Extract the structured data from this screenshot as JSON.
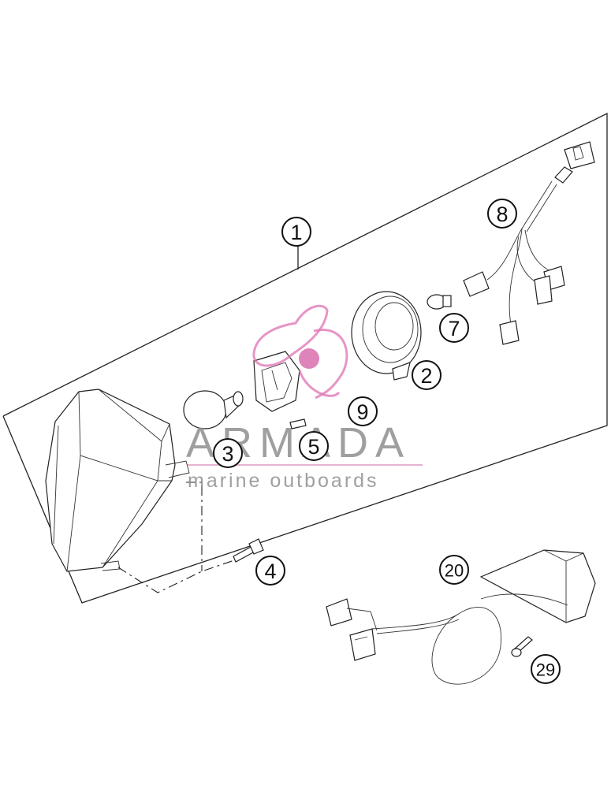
{
  "callouts": {
    "c1": "1",
    "c2": "2",
    "c3": "3",
    "c4": "4",
    "c5": "5",
    "c7": "7",
    "c8": "8",
    "c9": "9",
    "c20": "20",
    "c29": "29"
  },
  "watermark": {
    "brand": "ARMADA",
    "tagline": "marine outboards",
    "colors": {
      "text": "#8f8f8f",
      "logo_pink": "#e07ab8",
      "logo_dot": "#d86fae",
      "underline": "#e0a0c8"
    }
  },
  "colors": {
    "line": "#222222",
    "background": "#ffffff"
  }
}
